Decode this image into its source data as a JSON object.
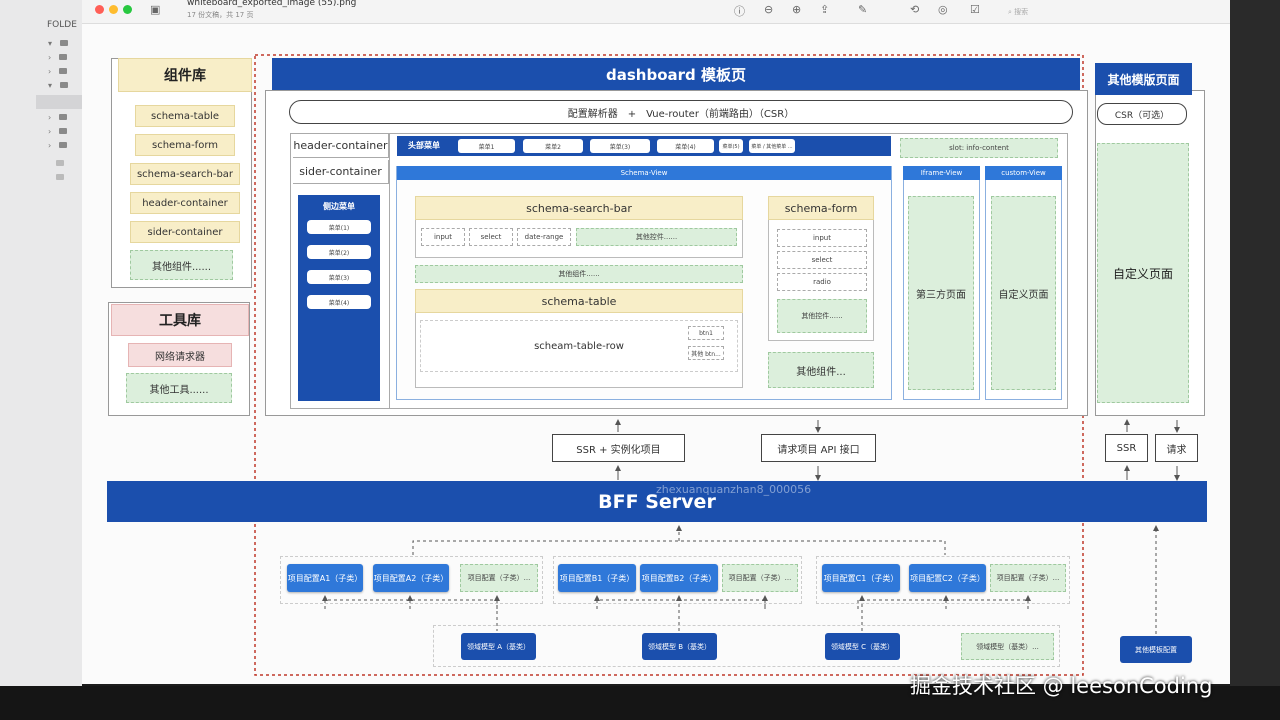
{
  "window": {
    "title": "whiteboard_exported_image (55).png",
    "subtitle": "17 份文稿，共 17 页",
    "folder_label": "FOLDE",
    "search_placeholder": "搜索"
  },
  "diagram": {
    "component_lib": {
      "title": "组件库",
      "items": [
        "schema-table",
        "schema-form",
        "schema-search-bar",
        "header-container",
        "sider-container",
        "其他组件......"
      ]
    },
    "tool_lib": {
      "title": "工具库",
      "items": [
        "网络请求器",
        "其他工具......"
      ]
    },
    "dashboard": {
      "title": "dashboard 模板页",
      "config_bar": "配置解析器　+　Vue-router（前端路由）（CSR）",
      "header_container": "header-container",
      "sider_container": "sider-container",
      "top_menu": "头部菜单",
      "top_menu_items": [
        "菜单1",
        "菜单2",
        "菜单(3)",
        "菜单(4)",
        "菜单(5)",
        "菜单 / 其他菜单 ..."
      ],
      "slot_info": "slot: info-content",
      "side_menu": "侧边菜单",
      "side_menu_items": [
        "菜单(1)",
        "菜单(2)",
        "菜单(3)",
        "菜单(4)"
      ],
      "schema_view": "Schema-View",
      "search_bar": "schema-search-bar",
      "search_controls": [
        "input",
        "select",
        "date-range",
        "其他控件......"
      ],
      "other_components_bar": "其他组件......",
      "schema_table": "schema-table",
      "table_row": "scheam-table-row",
      "table_btns": [
        "btn1",
        "其他 btn..."
      ],
      "schema_form": "schema-form",
      "form_controls": [
        "input",
        "select",
        "radio",
        "其他控件......"
      ],
      "other_components": "其他组件...",
      "iframe_view": "Iframe-View",
      "iframe_content": "第三方页面",
      "custom_view": "custom-View",
      "custom_content": "自定义页面"
    },
    "other_template": {
      "title": "其他模版页面",
      "csr": "CSR（可选）",
      "content": "自定义页面",
      "ssr": "SSR",
      "request": "请求",
      "config": "其他模板配置"
    },
    "ssr_box": "SSR + 实例化项目",
    "api_box": "请求项目 API 接口",
    "bff": "BFF Server",
    "bff_watermark": "zhexuanquanzhan8_000056",
    "project_groups": [
      {
        "items": [
          "项目配置A1（子类）",
          "项目配置A2（子类）",
          "项目配置（子类）..."
        ],
        "base": "领域模型 A（基类）"
      },
      {
        "items": [
          "项目配置B1（子类）",
          "项目配置B2（子类）",
          "项目配置（子类）..."
        ],
        "base": "领域模型 B（基类）"
      },
      {
        "items": [
          "项目配置C1（子类）",
          "项目配置C2（子类）",
          "项目配置（子类）..."
        ],
        "base": "领域模型 C（基类）"
      }
    ],
    "other_base": "领域模型（基类）..."
  },
  "watermark": "掘金技术社区 @ leesonCoding",
  "colors": {
    "brand_blue": "#1b4fad",
    "button_blue": "#2f78d9",
    "yellow": "#f8eec8",
    "green": "#dcefdc",
    "pink": "#f6dede",
    "dashed_red": "#c0392b"
  }
}
